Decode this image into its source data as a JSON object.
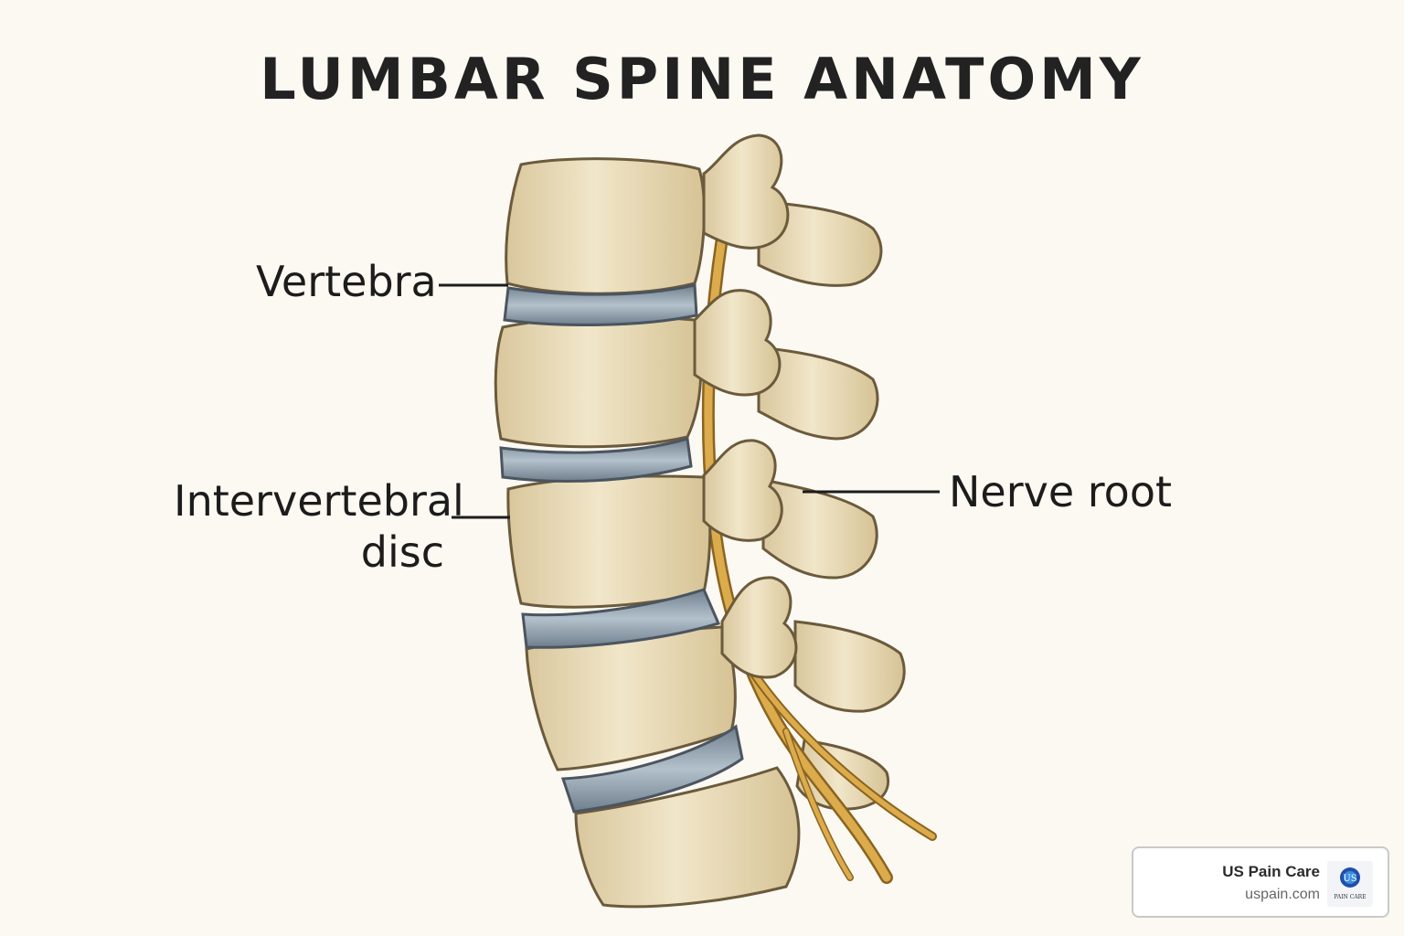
{
  "title": "LUMBAR SPINE ANATOMY",
  "labels": {
    "vertebra": "Vertebra",
    "disc_line1": "Intervertebral",
    "disc_line2": "disc",
    "nerve_root": "Nerve root"
  },
  "brand": {
    "name": "US Pain Care",
    "url": "uspain.com",
    "logo_text": "US",
    "logo_subtext": "PAIN CARE"
  },
  "colors": {
    "background": "#fcf9f2",
    "bone": "#ece0c0",
    "bone_outline": "#6b5a3c",
    "disc": "#aab8c4",
    "nerve": "#d9a444",
    "text": "#1c1c1c"
  }
}
